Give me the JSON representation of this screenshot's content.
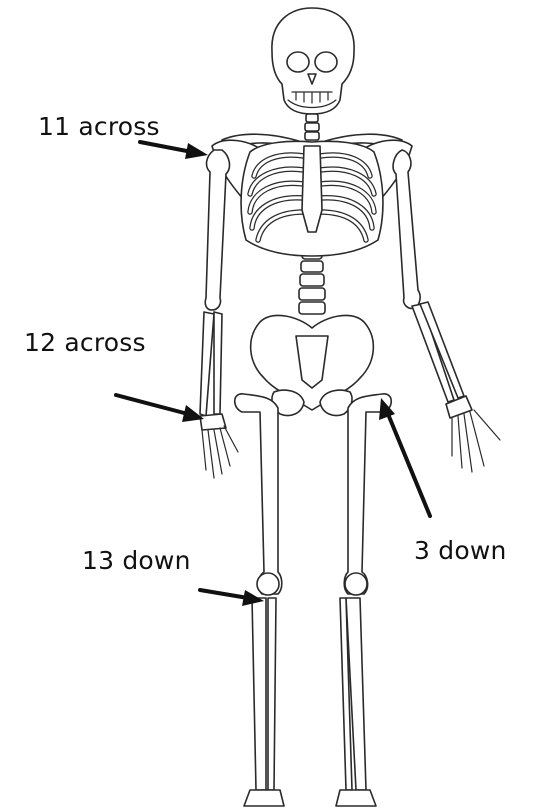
{
  "labels": {
    "eleven_across": "11 across",
    "twelve_across": "12 across",
    "thirteen_down": "13 down",
    "three_down": "3 down"
  },
  "colors": {
    "ink": "#111111",
    "outline": "#2a2a2a",
    "background": "#ffffff"
  }
}
